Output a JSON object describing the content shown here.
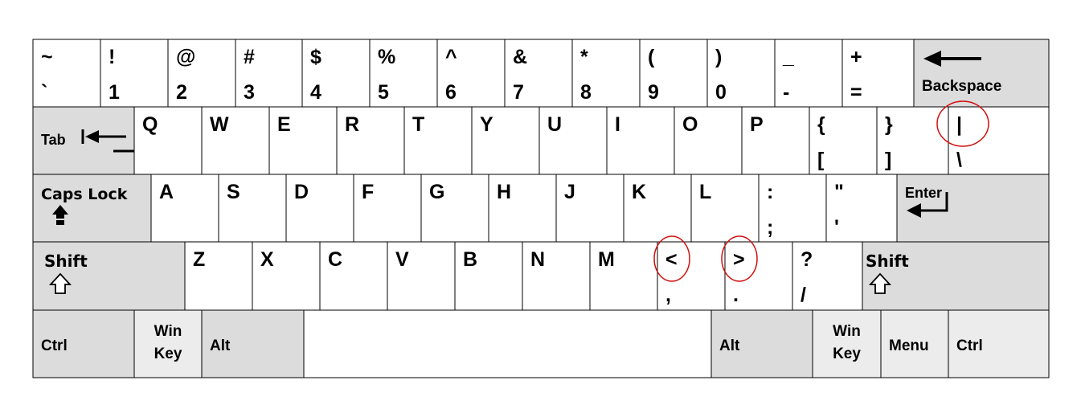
{
  "colors": {
    "normal_key": "#ffffff",
    "modifier_key": "#dcdcdc",
    "win_key": "#ececec",
    "highlight": "#d01010"
  },
  "rows": [
    [
      {
        "id": "tilde",
        "top": "~",
        "bottom": "`"
      },
      {
        "id": "1",
        "top": "!",
        "bottom": "1"
      },
      {
        "id": "2",
        "top": "@",
        "bottom": "2"
      },
      {
        "id": "3",
        "top": "#",
        "bottom": "3"
      },
      {
        "id": "4",
        "top": "$",
        "bottom": "4"
      },
      {
        "id": "5",
        "top": "%",
        "bottom": "5"
      },
      {
        "id": "6",
        "top": "^",
        "bottom": "6"
      },
      {
        "id": "7",
        "top": "&",
        "bottom": "7"
      },
      {
        "id": "8",
        "top": "*",
        "bottom": "8"
      },
      {
        "id": "9",
        "top": "(",
        "bottom": "9"
      },
      {
        "id": "0",
        "top": ")",
        "bottom": "0"
      },
      {
        "id": "minus",
        "top": "_",
        "bottom": "-"
      },
      {
        "id": "equals",
        "top": "+",
        "bottom": "="
      },
      {
        "id": "backspace",
        "label": "Backspace",
        "icon": "backspace-arrow-icon",
        "mod": true
      }
    ],
    [
      {
        "id": "tab",
        "label": "Tab",
        "icon": "tab-arrows-icon",
        "mod": true
      },
      {
        "id": "q",
        "top": "Q"
      },
      {
        "id": "w",
        "top": "W"
      },
      {
        "id": "e",
        "top": "E"
      },
      {
        "id": "r",
        "top": "R"
      },
      {
        "id": "t",
        "top": "T"
      },
      {
        "id": "y",
        "top": "Y"
      },
      {
        "id": "u",
        "top": "U"
      },
      {
        "id": "i",
        "top": "I"
      },
      {
        "id": "o",
        "top": "O"
      },
      {
        "id": "p",
        "top": "P"
      },
      {
        "id": "lbracket",
        "top": "{",
        "bottom": "["
      },
      {
        "id": "rbracket",
        "top": "}",
        "bottom": "]"
      },
      {
        "id": "backslash",
        "top": "|",
        "bottom": "\\",
        "highlight": "top"
      }
    ],
    [
      {
        "id": "capslock",
        "label": "Caps Lock",
        "icon": "caps-lock-icon",
        "mod": true
      },
      {
        "id": "a",
        "top": "A"
      },
      {
        "id": "s",
        "top": "S"
      },
      {
        "id": "d",
        "top": "D"
      },
      {
        "id": "f",
        "top": "F"
      },
      {
        "id": "g",
        "top": "G"
      },
      {
        "id": "h",
        "top": "H"
      },
      {
        "id": "j",
        "top": "J"
      },
      {
        "id": "k",
        "top": "K"
      },
      {
        "id": "l",
        "top": "L"
      },
      {
        "id": "semicolon",
        "top": ":",
        "bottom": ";"
      },
      {
        "id": "quote",
        "top": "\"",
        "bottom": "'"
      },
      {
        "id": "enter",
        "label": "Enter",
        "icon": "enter-arrow-icon",
        "mod": true
      }
    ],
    [
      {
        "id": "lshift",
        "label": "Shift",
        "icon": "shift-arrow-icon",
        "mod": true
      },
      {
        "id": "z",
        "top": "Z"
      },
      {
        "id": "x",
        "top": "X"
      },
      {
        "id": "c",
        "top": "C"
      },
      {
        "id": "v",
        "top": "V"
      },
      {
        "id": "b",
        "top": "B"
      },
      {
        "id": "n",
        "top": "N"
      },
      {
        "id": "m",
        "top": "M"
      },
      {
        "id": "comma",
        "top": "<",
        "bottom": ",",
        "highlight": "top"
      },
      {
        "id": "period",
        "top": ">",
        "bottom": ".",
        "highlight": "top"
      },
      {
        "id": "slash",
        "top": "?",
        "bottom": "/"
      },
      {
        "id": "rshift",
        "label": "Shift",
        "icon": "shift-arrow-icon",
        "mod": true
      }
    ],
    [
      {
        "id": "lctrl",
        "label": "Ctrl",
        "mod": true
      },
      {
        "id": "lwin",
        "label": "Win",
        "label2": "Key",
        "win": true
      },
      {
        "id": "lalt",
        "label": "Alt",
        "mod": true
      },
      {
        "id": "space"
      },
      {
        "id": "ralt",
        "label": "Alt",
        "mod": true
      },
      {
        "id": "rwin",
        "label": "Win",
        "label2": "Key",
        "win": true
      },
      {
        "id": "menu",
        "label": "Menu",
        "win": true
      },
      {
        "id": "rctrl",
        "label": "Ctrl",
        "win": true
      }
    ]
  ]
}
